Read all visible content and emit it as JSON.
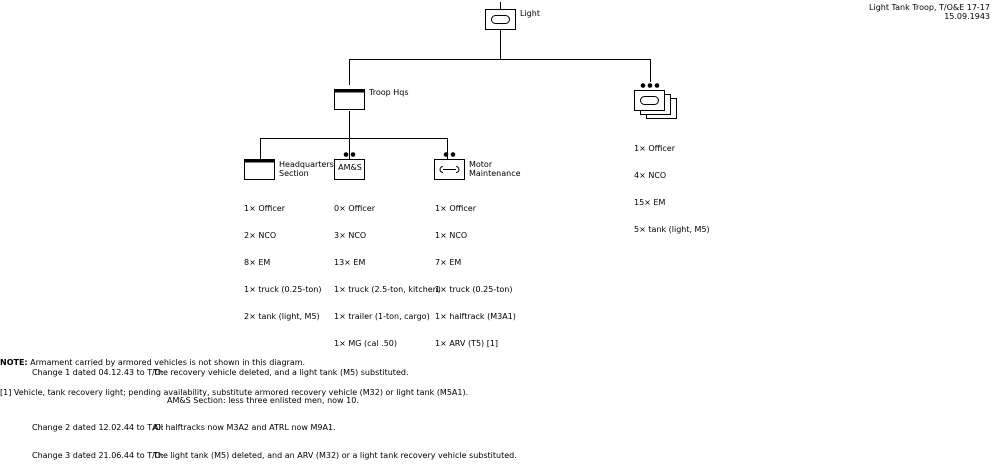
{
  "header": {
    "title": "Light Tank Troop, T/O&E 17-17",
    "date": "15.09.1943"
  },
  "top_unit": {
    "label": "Light"
  },
  "troop_hq": {
    "label": "Troop Hqs",
    "children": [
      {
        "name": "Headquarters Section",
        "label_lines": [
          "Headquarters",
          "Section"
        ],
        "composition": [
          "1× Officer",
          "2× NCO",
          "8× EM",
          "1× truck (0.25-ton)",
          "2× tank (light, M5)"
        ]
      },
      {
        "name": "AM&S",
        "symbol_text": "AM&S",
        "composition": [
          "0× Officer",
          "3× NCO",
          "13× EM",
          "1× truck (2.5-ton, kitchen)",
          "1× trailer (1-ton, cargo)",
          "1× MG (cal .50)"
        ]
      },
      {
        "name": "Motor Maintenance",
        "label_lines": [
          "Motor",
          "Maintenance"
        ],
        "composition": [
          "1× Officer",
          "1× NCO",
          "7× EM",
          "1× truck (0.25-ton)",
          "1× halftrack (M3A1)",
          "1× ARV (T5) [1]"
        ]
      }
    ]
  },
  "tank_platoons": {
    "composition": [
      "1× Officer",
      "4× NCO",
      "15× EM",
      "5× tank (light, M5)"
    ]
  },
  "notes": {
    "head": "NOTE:",
    "intro": "Armament carried by armored vehicles is not shown in this diagram.",
    "changes": [
      {
        "label": "Change 1 dated 04.12.43 to T/O:",
        "lines": [
          "The recovery vehicle deleted, and a light tank (M5) substituted.",
          "AM&S Section: less three enlisted men, now 10."
        ]
      },
      {
        "label": "Change 2 dated 12.02.44 to T/O:",
        "lines": [
          "All halftracks now M3A2 and ATRL now M9A1."
        ]
      },
      {
        "label": "Change 3 dated 21.06.44 to T/O:",
        "lines": [
          "The light tank (M5) deleted, and an ARV (M32) or a light tank recovery vehicle substituted."
        ]
      }
    ],
    "footnote": "[1] Vehicle, tank recovery light; pending availability, substitute armored recovery vehicle (M32) or light tank (M5A1)."
  }
}
